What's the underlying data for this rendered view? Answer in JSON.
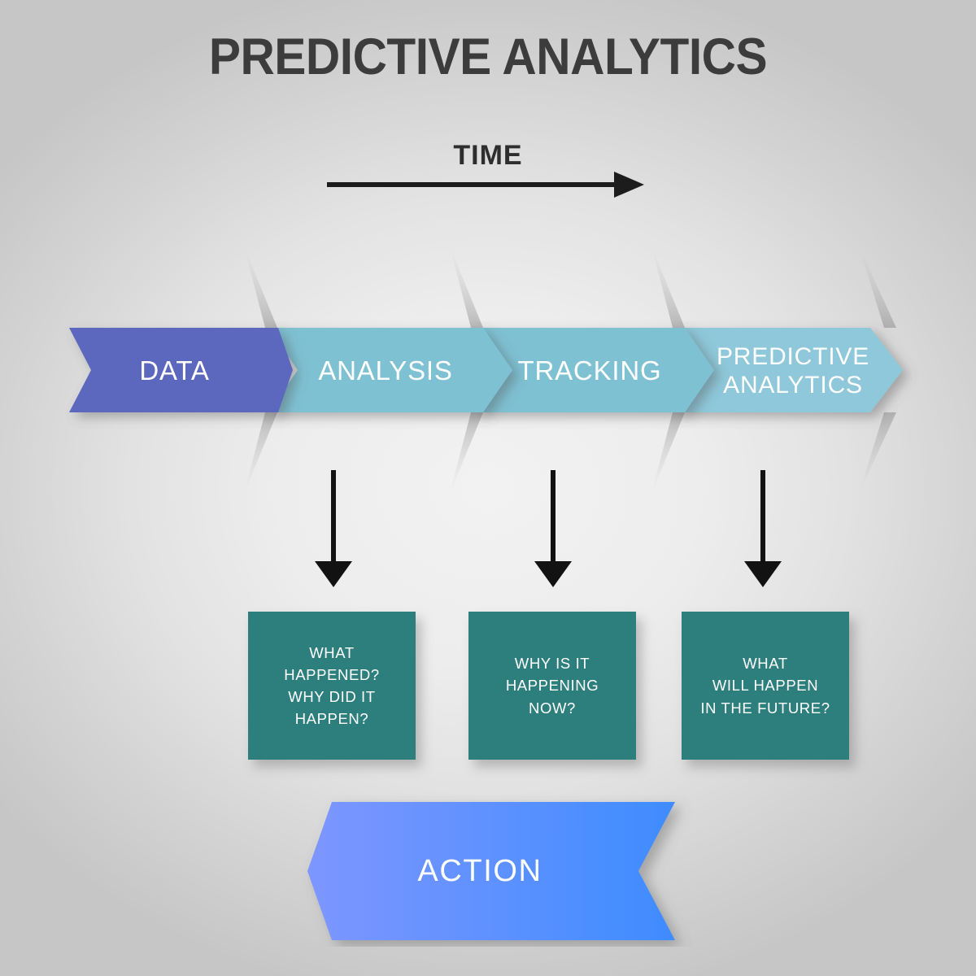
{
  "title": "PREDICTIVE ANALYTICS",
  "timeline": {
    "label": "TIME",
    "arrow_icon": "arrow-right-icon"
  },
  "stages": [
    {
      "id": "data",
      "label": "DATA",
      "color": "#5b68be"
    },
    {
      "id": "analysis",
      "label": "ANALYSIS",
      "color": "#7ec1d3"
    },
    {
      "id": "tracking",
      "label": "TRACKING",
      "color": "#7ec1d3"
    },
    {
      "id": "predictive",
      "label": "PREDICTIVE ANALYTICS",
      "color": "#8ec8da",
      "label_line1": "PREDICTIVE",
      "label_line2": "ANALYTICS"
    }
  ],
  "questions": [
    {
      "id": "q-what-happened",
      "text": "WHAT HAPPENED? WHY DID IT HAPPEN?",
      "lines": [
        "WHAT",
        "HAPPENED?",
        "WHY DID IT",
        "HAPPEN?"
      ],
      "source_stage": "analysis",
      "arrow_icon": "arrow-down-icon"
    },
    {
      "id": "q-why-now",
      "text": "WHY IS IT HAPPENING NOW?",
      "lines": [
        "WHY IS IT",
        "HAPPENING",
        "NOW?"
      ],
      "source_stage": "tracking",
      "arrow_icon": "arrow-down-icon"
    },
    {
      "id": "q-future",
      "text": "WHAT WILL HAPPEN IN THE FUTURE?",
      "lines": [
        "WHAT",
        "WILL HAPPEN",
        "IN THE FUTURE?"
      ],
      "source_stage": "predictive",
      "arrow_icon": "arrow-down-icon"
    }
  ],
  "action": {
    "label": "ACTION",
    "color_start": "#7e96ff",
    "color_end": "#3e8cff"
  },
  "colors": {
    "title": "#3c3c3c",
    "data_chevron": "#5b68be",
    "analysis_chevron": "#7ec1d3",
    "tracking_chevron": "#7ec1d3",
    "predictive_chevron": "#8ec8da",
    "question_box": "#2d7f7e",
    "arrow": "#121212",
    "background_center": "#f2f2f2",
    "background_edge": "#c6c6c6"
  }
}
